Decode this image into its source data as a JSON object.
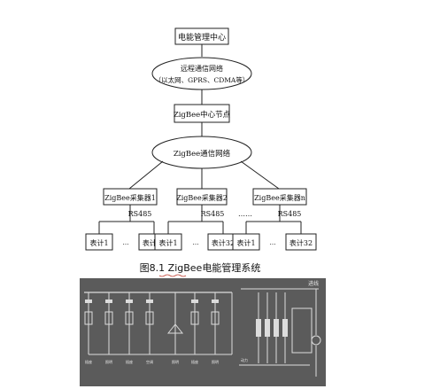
{
  "diagram": {
    "center": "电能管理中心",
    "remote_net_line1": "远程通信网络",
    "remote_net_line2": "（以太网、GPRS、CDMA等）",
    "central_node": "ZigBee中心节点",
    "zigbee_net": "ZigBee通信网络",
    "collectors": [
      {
        "label": "ZigBee采集器1",
        "bus": "RS485",
        "meters": [
          "表计1",
          "…",
          "表计32"
        ]
      },
      {
        "label": "ZigBee采集器2",
        "bus": "RS485",
        "meters": [
          "表计1",
          "…",
          "表计32"
        ]
      },
      {
        "label": "ZigBee采集器n",
        "bus": "RS485",
        "meters": [
          "表计1",
          "…",
          "表计32"
        ]
      }
    ],
    "collector_gap": "……",
    "caption": "图8.1 ZigBee电能管理系统"
  },
  "schematic": {
    "label_top_right": "进线",
    "bottom_labels": [
      "插座",
      "照明",
      "插座",
      "空调",
      "照明",
      "插座",
      "照明",
      "动力"
    ],
    "color": "#5b5b5b"
  }
}
